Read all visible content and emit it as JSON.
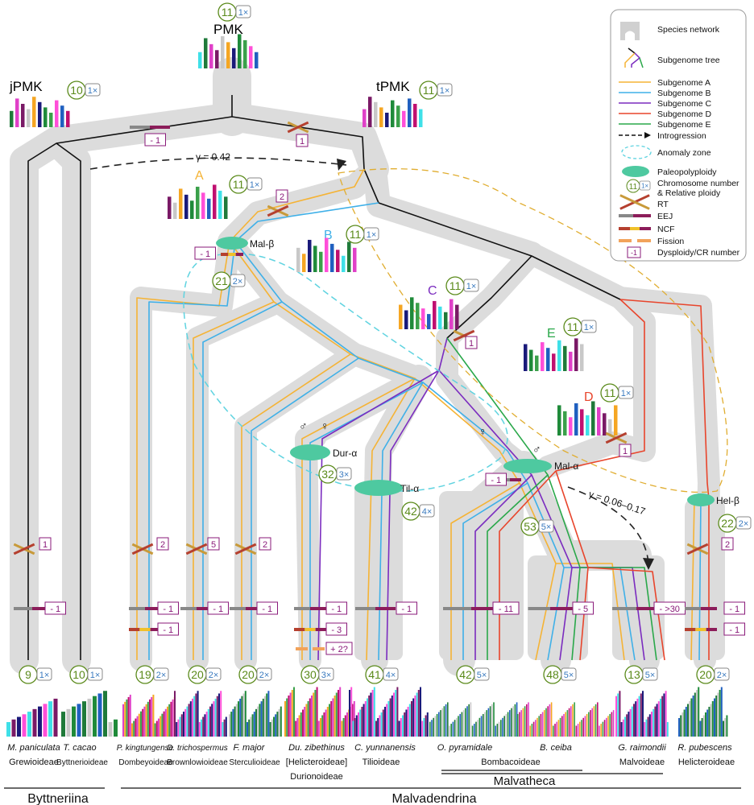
{
  "ancestors": {
    "pmk": {
      "label": "PMK",
      "chrom": "11",
      "ploidy": "1×"
    },
    "jpmk": {
      "label": "jPMK",
      "chrom": "10",
      "ploidy": "1×"
    },
    "tpmk": {
      "label": "tPMK",
      "chrom": "11",
      "ploidy": "1×"
    },
    "sub_a": {
      "label": "A",
      "chrom": "11",
      "ploidy": "1×"
    },
    "sub_b": {
      "label": "B",
      "chrom": "11",
      "ploidy": "1×"
    },
    "sub_c": {
      "label": "C",
      "chrom": "11",
      "ploidy": "1×"
    },
    "sub_e": {
      "label": "E",
      "chrom": "11",
      "ploidy": "1×"
    },
    "sub_d": {
      "label": "D",
      "chrom": "11",
      "ploidy": "1×"
    }
  },
  "events": {
    "mal_beta": "Mal-β",
    "mal_beta_chrom": "21",
    "mal_beta_ploidy": "2×",
    "dur_alpha": "Dur-α",
    "dur_chrom": "32",
    "dur_ploidy": "3×",
    "til_alpha": "Til-α",
    "til_chrom": "42",
    "til_ploidy": "4×",
    "mal_alpha": "Mal-α",
    "mal_alpha_chrom": "53",
    "mal_alpha_ploidy": "5×",
    "hel_beta": "Hel-β",
    "hel_chrom": "22",
    "hel_ploidy": "2×",
    "gamma1": "γ = 0.42",
    "gamma2": "γ = 0.06–0.17",
    "male": "♂",
    "female": "♀"
  },
  "boxes": {
    "b_minus1_root": "- 1",
    "b_1_tpmk": "1",
    "b_2_a": "2",
    "b_minus1_malb": "- 1",
    "b_1_c": "1",
    "b_1_d": "1",
    "b_minus1_mala": "- 1",
    "b_1_mpan": "1",
    "b_minus1_mpan": "- 1",
    "b_2_pk": "2",
    "b_minus1_pk1": "- 1",
    "b_minus1_pk2": "- 1",
    "b_5_dt": "5",
    "b_minus1_dt": "- 1",
    "b_2_fm": "2",
    "b_minus1_fm": "- 1",
    "b_minus1_dz": "- 1",
    "b_minus3_dz": "- 3",
    "b_plus2_dz": "+ 2?",
    "b_minus1_cy": "- 1",
    "b_minus11_op": "- 11",
    "b_minus5_bc": "- 5",
    "b_gt30_gr": "- >30",
    "b_2_rp": "2",
    "b_minus1_rp1": "- 1",
    "b_minus1_rp2": "- 1"
  },
  "species": [
    {
      "name": "M. paniculata",
      "family": "Grewioideae",
      "chrom": "9",
      "ploidy": "1×"
    },
    {
      "name": "T. cacao",
      "family": "Byttnerioideae",
      "chrom": "10",
      "ploidy": "1×"
    },
    {
      "name": "P. kingtungense",
      "family": "Dombeyoideae",
      "chrom": "19",
      "ploidy": "2×"
    },
    {
      "name": "D. trichospermus",
      "family": "Brownlowioideae",
      "chrom": "20",
      "ploidy": "2×"
    },
    {
      "name": "F. major",
      "family": "Sterculioideae",
      "chrom": "20",
      "ploidy": "2×"
    },
    {
      "name": "Du. zibethinus",
      "family": "[Helicteroideae]",
      "family2": "Durionoideae",
      "chrom": "30",
      "ploidy": "3×"
    },
    {
      "name": "C. yunnanensis",
      "family": "Tilioideae",
      "chrom": "41",
      "ploidy": "4×"
    },
    {
      "name": "O. pyramidale",
      "family": "",
      "chrom": "42",
      "ploidy": "5×"
    },
    {
      "name": "B. ceiba",
      "family": "",
      "chrom": "48",
      "ploidy": "5×"
    },
    {
      "name": "G. raimondii",
      "family": "Malvoideae",
      "chrom": "13",
      "ploidy": "5×"
    },
    {
      "name": "R. pubescens",
      "family": "Helicteroideae",
      "chrom": "20",
      "ploidy": "2×"
    }
  ],
  "groups": {
    "bombacoideae": "Bombacoideae",
    "malvatheca": "Malvatheca",
    "byttneriina": "Byttneriina",
    "malvadendrina": "Malvadendrina"
  },
  "legend": {
    "items": [
      {
        "label": "Species network",
        "color": "#d9d9d9"
      },
      {
        "label": "Subgenome tree",
        "color": "#222222"
      },
      {
        "label": "Subgenome A",
        "color": "#f5b335"
      },
      {
        "label": "Subgenome B",
        "color": "#3fb0e8"
      },
      {
        "label": "Subgenome C",
        "color": "#7b2cbf"
      },
      {
        "label": "Subgenome D",
        "color": "#e8452c"
      },
      {
        "label": "Subgenome E",
        "color": "#2aa84a"
      },
      {
        "label": "Introgression",
        "color": "#222222"
      },
      {
        "label": "Anomaly zone",
        "color": "#5fd3e0"
      },
      {
        "label": "Paleopolyploidy",
        "color": "#4ec9a0"
      },
      {
        "label": "Chromosome number",
        "label2": "& Relative ploidy",
        "chrom": "11",
        "ploidy": "1×"
      },
      {
        "label": "RT",
        "color": "#b5402f"
      },
      {
        "label": "EEJ",
        "color": "#8c1d5a"
      },
      {
        "label": "NCF",
        "color": "#f0c12a"
      },
      {
        "label": "Fission",
        "color": "#f2a35b"
      },
      {
        "label": "Dysploidy/CR number",
        "box": "-1"
      }
    ]
  },
  "colors": {
    "bar_palette": [
      "#3fe0e8",
      "#1f7a3a",
      "#e040c8",
      "#7a1a66",
      "#c8c8c8",
      "#f5a623",
      "#1a1a7a",
      "#1f8a3a",
      "#3aa04a",
      "#ff4fd8",
      "#2060c0",
      "#c01070"
    ],
    "chrom_green": "#5a8a1a",
    "ploidy_blue": "#3a7abf",
    "box_purple": "#8a1a7a"
  }
}
